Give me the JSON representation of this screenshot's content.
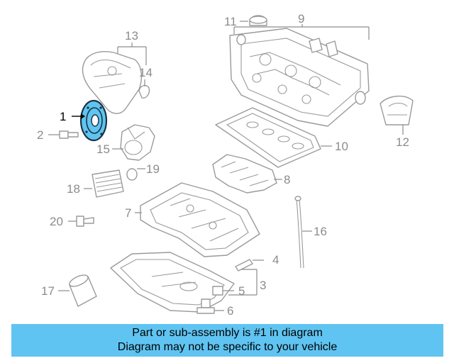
{
  "diagram": {
    "callouts": [
      "1",
      "2",
      "3",
      "4",
      "5",
      "6",
      "7",
      "8",
      "9",
      "10",
      "11",
      "12",
      "13",
      "14",
      "15",
      "16",
      "17",
      "18",
      "19",
      "20"
    ],
    "highlighted_part": "1"
  },
  "colors": {
    "highlight": "#5fc4f2",
    "part_line": "#9a9a9a",
    "banner_bg": "#5fc4f2"
  },
  "banner": {
    "line1": "Part or sub-assembly is #1 in diagram",
    "line2": "Diagram may not be specific to your vehicle"
  }
}
